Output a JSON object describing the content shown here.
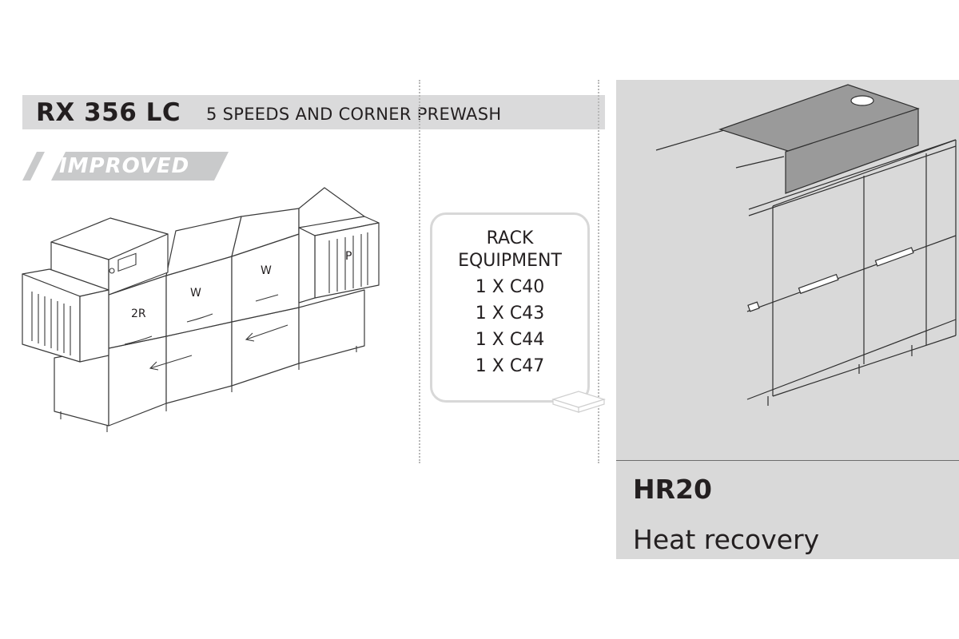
{
  "header": {
    "model": "RX 356 LC",
    "description": "5 SPEEDS AND CORNER PREWASH"
  },
  "badge": {
    "label": "IMPROVED"
  },
  "machine": {
    "module_labels": [
      "2R",
      "W",
      "W",
      "P"
    ]
  },
  "rack": {
    "title_line1": "RACK",
    "title_line2": "EQUIPMENT",
    "items": [
      "1 X C40",
      "1 X C43",
      "1 X C44",
      "1 X C47"
    ]
  },
  "option": {
    "code": "HR20",
    "name": "Heat recovery"
  },
  "colors": {
    "header_bar": "#dadadb",
    "badge": "#c9cacb",
    "panel": "#d9d9d9",
    "line": "#3a3a3a"
  }
}
